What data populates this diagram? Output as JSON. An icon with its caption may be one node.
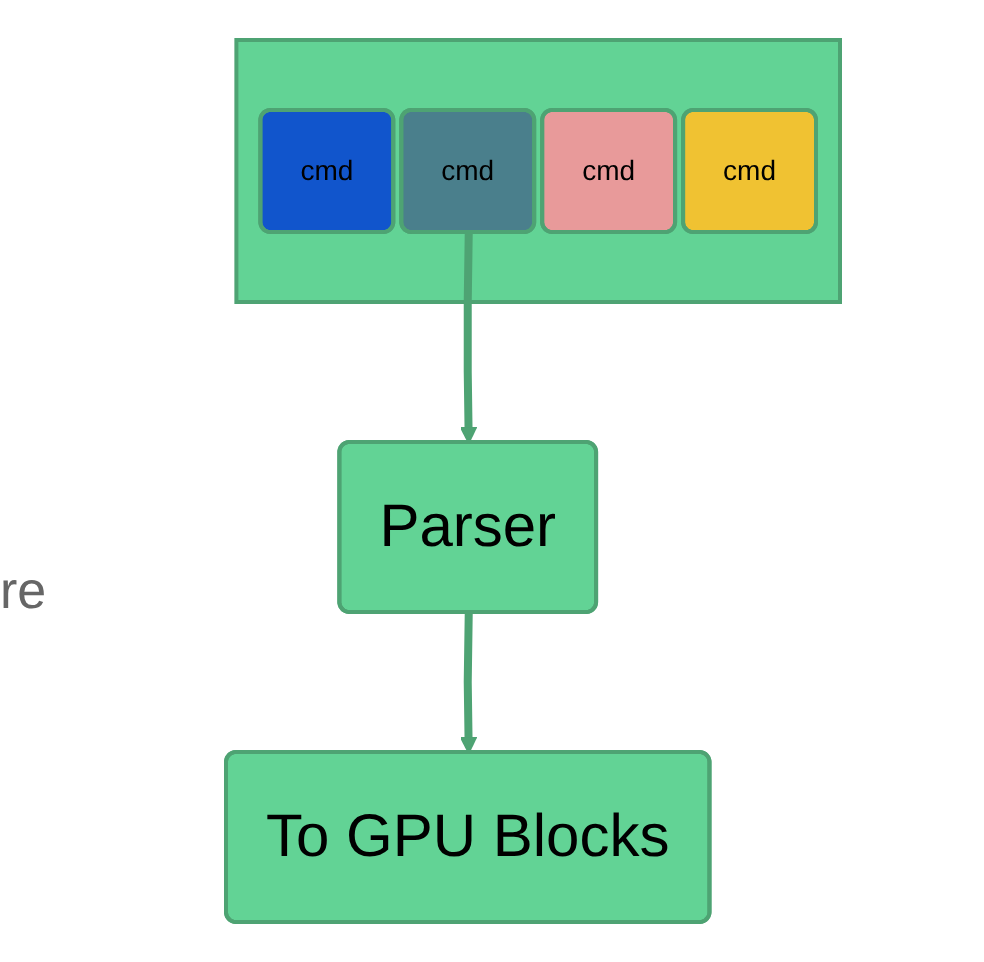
{
  "diagram": {
    "nodes": [
      {
        "text": [],
        "shape": "box"
      },
      {
        "text": [
          "cmd"
        ],
        "in": 0
      },
      {
        "text": [
          "cmd"
        ],
        "in": 0
      },
      {
        "text": [
          "cmd"
        ],
        "in": 0
      },
      {
        "text": [
          "cmd"
        ],
        "in": 0
      },
      {
        "text": [
          "Parser"
        ]
      },
      {
        "text": [
          "To GPU Blocks"
        ]
      }
    ],
    "edges": [
      {
        "from": 2,
        "to": 5,
        "arrow": "to"
      },
      {
        "from": 5,
        "to": 6,
        "arrow": "to"
      }
    ],
    "labels": [
      "re"
    ]
  }
}
